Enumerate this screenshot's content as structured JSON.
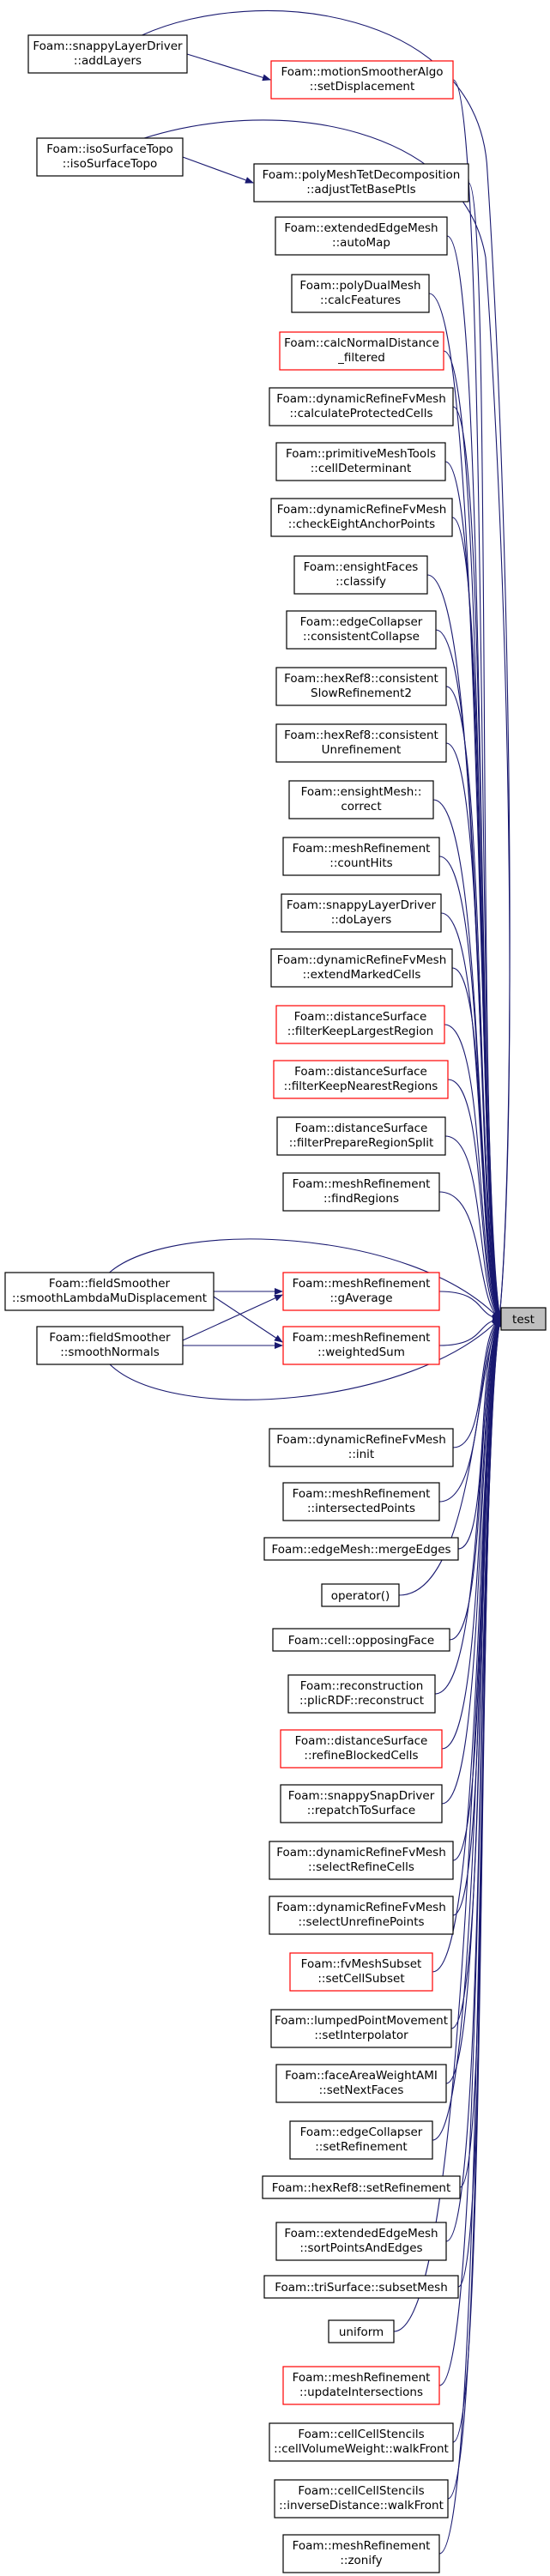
{
  "target": {
    "id": "test",
    "label": "test"
  },
  "colors": {
    "edge": "#191970",
    "box": "#000000",
    "box_red": "#ff0000",
    "target_fill": "#bfbfbf",
    "text": "#000000"
  },
  "nodes": [
    {
      "id": "snappyLayerDriver-addLayers",
      "lines": [
        "Foam::snappyLayerDriver",
        "::addLayers"
      ],
      "color": "black"
    },
    {
      "id": "motionSmootherAlgo-setDisplacement",
      "lines": [
        "Foam::motionSmootherAlgo",
        "::setDisplacement"
      ],
      "color": "red"
    },
    {
      "id": "isoSurfaceTopo-isoSurfaceTopo",
      "lines": [
        "Foam::isoSurfaceTopo",
        "::isoSurfaceTopo"
      ],
      "color": "black"
    },
    {
      "id": "polyMeshTetDecomposition-adjustTetBasePtIs",
      "lines": [
        "Foam::polyMeshTetDecomposition",
        "::adjustTetBasePtIs"
      ],
      "color": "black"
    },
    {
      "id": "extendedEdgeMesh-autoMap",
      "lines": [
        "Foam::extendedEdgeMesh",
        "::autoMap"
      ],
      "color": "black"
    },
    {
      "id": "polyDualMesh-calcFeatures",
      "lines": [
        "Foam::polyDualMesh",
        "::calcFeatures"
      ],
      "color": "black"
    },
    {
      "id": "calcNormalDistance-filtered",
      "lines": [
        "Foam::calcNormalDistance",
        "_filtered"
      ],
      "color": "red"
    },
    {
      "id": "dynamicRefineFvMesh-calculateProtectedCells",
      "lines": [
        "Foam::dynamicRefineFvMesh",
        "::calculateProtectedCells"
      ],
      "color": "black"
    },
    {
      "id": "primitiveMeshTools-cellDeterminant",
      "lines": [
        "Foam::primitiveMeshTools",
        "::cellDeterminant"
      ],
      "color": "black"
    },
    {
      "id": "dynamicRefineFvMesh-checkEightAnchorPoints",
      "lines": [
        "Foam::dynamicRefineFvMesh",
        "::checkEightAnchorPoints"
      ],
      "color": "black"
    },
    {
      "id": "ensightFaces-classify",
      "lines": [
        "Foam::ensightFaces",
        "::classify"
      ],
      "color": "black"
    },
    {
      "id": "edgeCollapser-consistentCollapse",
      "lines": [
        "Foam::edgeCollapser",
        "::consistentCollapse"
      ],
      "color": "black"
    },
    {
      "id": "hexRef8-consistentSlowRefinement2",
      "lines": [
        "Foam::hexRef8::consistent",
        "SlowRefinement2"
      ],
      "color": "black"
    },
    {
      "id": "hexRef8-consistentUnrefinement",
      "lines": [
        "Foam::hexRef8::consistent",
        "Unrefinement"
      ],
      "color": "black"
    },
    {
      "id": "ensightMesh-correct",
      "lines": [
        "Foam::ensightMesh::",
        "correct"
      ],
      "color": "black"
    },
    {
      "id": "meshRefinement-countHits",
      "lines": [
        "Foam::meshRefinement",
        "::countHits"
      ],
      "color": "black"
    },
    {
      "id": "snappyLayerDriver-doLayers",
      "lines": [
        "Foam::snappyLayerDriver",
        "::doLayers"
      ],
      "color": "black"
    },
    {
      "id": "dynamicRefineFvMesh-extendMarkedCells",
      "lines": [
        "Foam::dynamicRefineFvMesh",
        "::extendMarkedCells"
      ],
      "color": "black"
    },
    {
      "id": "distanceSurface-filterKeepLargestRegion",
      "lines": [
        "Foam::distanceSurface",
        "::filterKeepLargestRegion"
      ],
      "color": "red"
    },
    {
      "id": "distanceSurface-filterKeepNearestRegions",
      "lines": [
        "Foam::distanceSurface",
        "::filterKeepNearestRegions"
      ],
      "color": "red"
    },
    {
      "id": "distanceSurface-filterPrepareRegionSplit",
      "lines": [
        "Foam::distanceSurface",
        "::filterPrepareRegionSplit"
      ],
      "color": "black"
    },
    {
      "id": "meshRefinement-findRegions",
      "lines": [
        "Foam::meshRefinement",
        "::findRegions"
      ],
      "color": "black"
    },
    {
      "id": "fieldSmoother-smoothLambdaMuDisplacement",
      "lines": [
        "Foam::fieldSmoother",
        "::smoothLambdaMuDisplacement"
      ],
      "color": "black"
    },
    {
      "id": "meshRefinement-gAverage",
      "lines": [
        "Foam::meshRefinement",
        "::gAverage"
      ],
      "color": "red"
    },
    {
      "id": "fieldSmoother-smoothNormals",
      "lines": [
        "Foam::fieldSmoother",
        "::smoothNormals"
      ],
      "color": "black"
    },
    {
      "id": "meshRefinement-weightedSum",
      "lines": [
        "Foam::meshRefinement",
        "::weightedSum"
      ],
      "color": "red"
    },
    {
      "id": "dynamicRefineFvMesh-init",
      "lines": [
        "Foam::dynamicRefineFvMesh",
        "::init"
      ],
      "color": "black"
    },
    {
      "id": "meshRefinement-intersectedPoints",
      "lines": [
        "Foam::meshRefinement",
        "::intersectedPoints"
      ],
      "color": "black"
    },
    {
      "id": "edgeMesh-mergeEdges",
      "lines": [
        "Foam::edgeMesh::mergeEdges"
      ],
      "color": "black"
    },
    {
      "id": "operator-call",
      "lines": [
        "operator()"
      ],
      "color": "black"
    },
    {
      "id": "cell-opposingFace",
      "lines": [
        "Foam::cell::opposingFace"
      ],
      "color": "black"
    },
    {
      "id": "reconstruction-plicRDF-reconstruct",
      "lines": [
        "Foam::reconstruction",
        "::plicRDF::reconstruct"
      ],
      "color": "black"
    },
    {
      "id": "distanceSurface-refineBlockedCells",
      "lines": [
        "Foam::distanceSurface",
        "::refineBlockedCells"
      ],
      "color": "red"
    },
    {
      "id": "snappySnapDriver-repatchToSurface",
      "lines": [
        "Foam::snappySnapDriver",
        "::repatchToSurface"
      ],
      "color": "black"
    },
    {
      "id": "dynamicRefineFvMesh-selectRefineCells",
      "lines": [
        "Foam::dynamicRefineFvMesh",
        "::selectRefineCells"
      ],
      "color": "black"
    },
    {
      "id": "dynamicRefineFvMesh-selectUnrefinePoints",
      "lines": [
        "Foam::dynamicRefineFvMesh",
        "::selectUnrefinePoints"
      ],
      "color": "black"
    },
    {
      "id": "fvMeshSubset-setCellSubset",
      "lines": [
        "Foam::fvMeshSubset",
        "::setCellSubset"
      ],
      "color": "red"
    },
    {
      "id": "lumpedPointMovement-setInterpolator",
      "lines": [
        "Foam::lumpedPointMovement",
        "::setInterpolator"
      ],
      "color": "black"
    },
    {
      "id": "faceAreaWeightAMI-setNextFaces",
      "lines": [
        "Foam::faceAreaWeightAMI",
        "::setNextFaces"
      ],
      "color": "black"
    },
    {
      "id": "edgeCollapser-setRefinement",
      "lines": [
        "Foam::edgeCollapser",
        "::setRefinement"
      ],
      "color": "black"
    },
    {
      "id": "hexRef8-setRefinement",
      "lines": [
        "Foam::hexRef8::setRefinement"
      ],
      "color": "black"
    },
    {
      "id": "extendedEdgeMesh-sortPointsAndEdges",
      "lines": [
        "Foam::extendedEdgeMesh",
        "::sortPointsAndEdges"
      ],
      "color": "black"
    },
    {
      "id": "triSurface-subsetMesh",
      "lines": [
        "Foam::triSurface::subsetMesh"
      ],
      "color": "black"
    },
    {
      "id": "uniform",
      "lines": [
        "uniform"
      ],
      "color": "black"
    },
    {
      "id": "meshRefinement-updateIntersections",
      "lines": [
        "Foam::meshRefinement",
        "::updateIntersections"
      ],
      "color": "red"
    },
    {
      "id": "cellCellStencils-cellVolumeWeight-walkFront",
      "lines": [
        "Foam::cellCellStencils",
        "::cellVolumeWeight::walkFront"
      ],
      "color": "black"
    },
    {
      "id": "cellCellStencils-inverseDistance-walkFront",
      "lines": [
        "Foam::cellCellStencils",
        "::inverseDistance::walkFront"
      ],
      "color": "black"
    },
    {
      "id": "meshRefinement-zonify",
      "lines": [
        "Foam::meshRefinement",
        "::zonify"
      ],
      "color": "black"
    }
  ]
}
